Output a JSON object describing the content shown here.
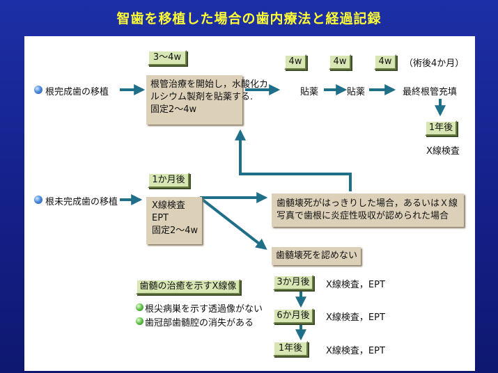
{
  "title": "智歯を移植した場合の歯内療法と経過記録",
  "row1": {
    "label": "根完成歯の移植",
    "period": "3〜4w",
    "box_lines": [
      "根管治療を開始し，水酸化カ",
      "ルシウム製剤を貼薬する.",
      "固定2〜4w"
    ],
    "step1_period": "4w",
    "step1": "貼薬",
    "step2_period": "4w",
    "step2": "貼薬",
    "step3_period": "4w",
    "step3": "最終根管充填",
    "post_note": "（術後4か月）",
    "followup_period": "1年後",
    "followup_exam": "X線検査"
  },
  "row2": {
    "label": "根未完成歯の移植",
    "period": "1か月後",
    "box_lines": [
      "X線検査",
      "EPT",
      "固定2〜4w"
    ],
    "branch_yes_lines": [
      "歯髄壊死がはっきりした場合，あるいはＸ線",
      "写真で歯根に炎症性吸収が認められた場合"
    ],
    "branch_no": "歯髄壊死を認めない",
    "followups": [
      {
        "period": "3か月後",
        "exam": "X線検査，EPT"
      },
      {
        "period": "6か月後",
        "exam": "X線検査，EPT"
      },
      {
        "period": "1年後",
        "exam": "X線検査，EPT"
      }
    ]
  },
  "healing": {
    "title": "歯髄の治癒を示すX線像",
    "items": [
      "根尖病巣を示す透過像がない",
      "歯冠部歯髄腔の消失がある"
    ]
  },
  "colors": {
    "arrow": "#1f6f88",
    "green_box": "#d7e6b2",
    "tan_box": "#dcd0b8",
    "title": "#ffff33"
  }
}
